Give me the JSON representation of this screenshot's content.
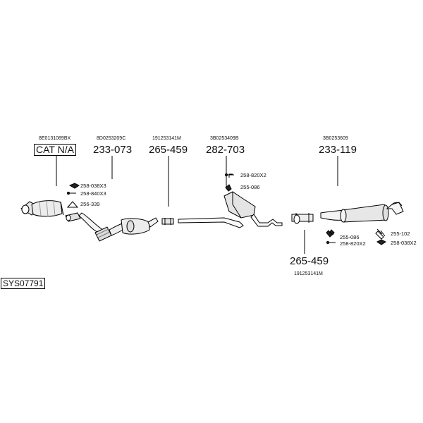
{
  "diagram_code": "SYS07791",
  "oem_numbers": {
    "catalyst": "8E0131089BX",
    "front_pipe": "8D0253209C",
    "middle_pipe": "191253141M",
    "center_silencer": "3B0253409B",
    "rear_silencer": "3B0253609",
    "repair_pipe": "191253141M"
  },
  "part_numbers": {
    "catalyst": "CAT N/A",
    "front_pipe": "233-073",
    "middle_pipe": "265-459",
    "center_silencer": "282-703",
    "rear_silencer": "233-119",
    "repair_pipe": "265-459"
  },
  "fittings": {
    "front_nut": "258-038X3",
    "front_bolt": "258-840X3",
    "front_gasket": "256-339",
    "center_bolt": "258-820X2",
    "center_hanger": "255-086",
    "rear_hanger_left": "255-086",
    "rear_bolt": "258-820X2",
    "rear_hanger_right": "255-102",
    "rear_nut": "258-038X2"
  }
}
